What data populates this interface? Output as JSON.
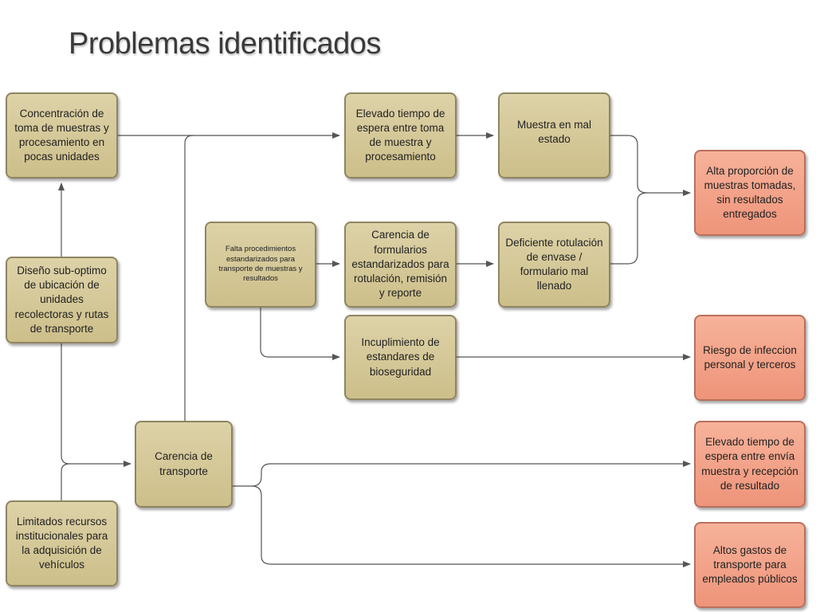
{
  "title": "Problemas identificados",
  "boxes": {
    "concentracion": "Concentración de toma de muestras y procesamiento en pocas unidades",
    "diseno": "Diseño sub-optimo de ubicación de unidades recolectoras y rutas de transporte",
    "limitados": "Limitados recursos institucionales para la adquisición de vehículos",
    "carencia_transporte": "Carencia de transporte",
    "falta_procedimientos": "Falta procedimientos estandarizados para transporte de muestras y resultados",
    "elevado_tiempo_toma": "Elevado tiempo de espera entre toma de muestra y procesamiento",
    "carencia_formularios": "Carencia de formularios estandarizados para rotulación, remisión y reporte",
    "incumplimiento": "Incuplimiento de estandares de bioseguridad",
    "muestra_mal_estado": "Muestra en mal estado",
    "deficiente_rotulacion": "Deficiente rotulación de envase / formulario mal llenado",
    "alta_proporcion": "Alta proporción de muestras tomadas, sin resultados entregados",
    "riesgo_infeccion": "Riesgo de infeccion personal y terceros",
    "elevado_tiempo_envio": "Elevado tiempo de espera entre envía muestra y recepción de resultado",
    "altos_gastos": "Altos gastos de transporte para empleados públicos"
  },
  "colors": {
    "cause_fill": "#d4c898",
    "cause_border": "#8f8560",
    "effect_fill": "#f2a086",
    "effect_border": "#b9705c",
    "connector": "#555555"
  }
}
